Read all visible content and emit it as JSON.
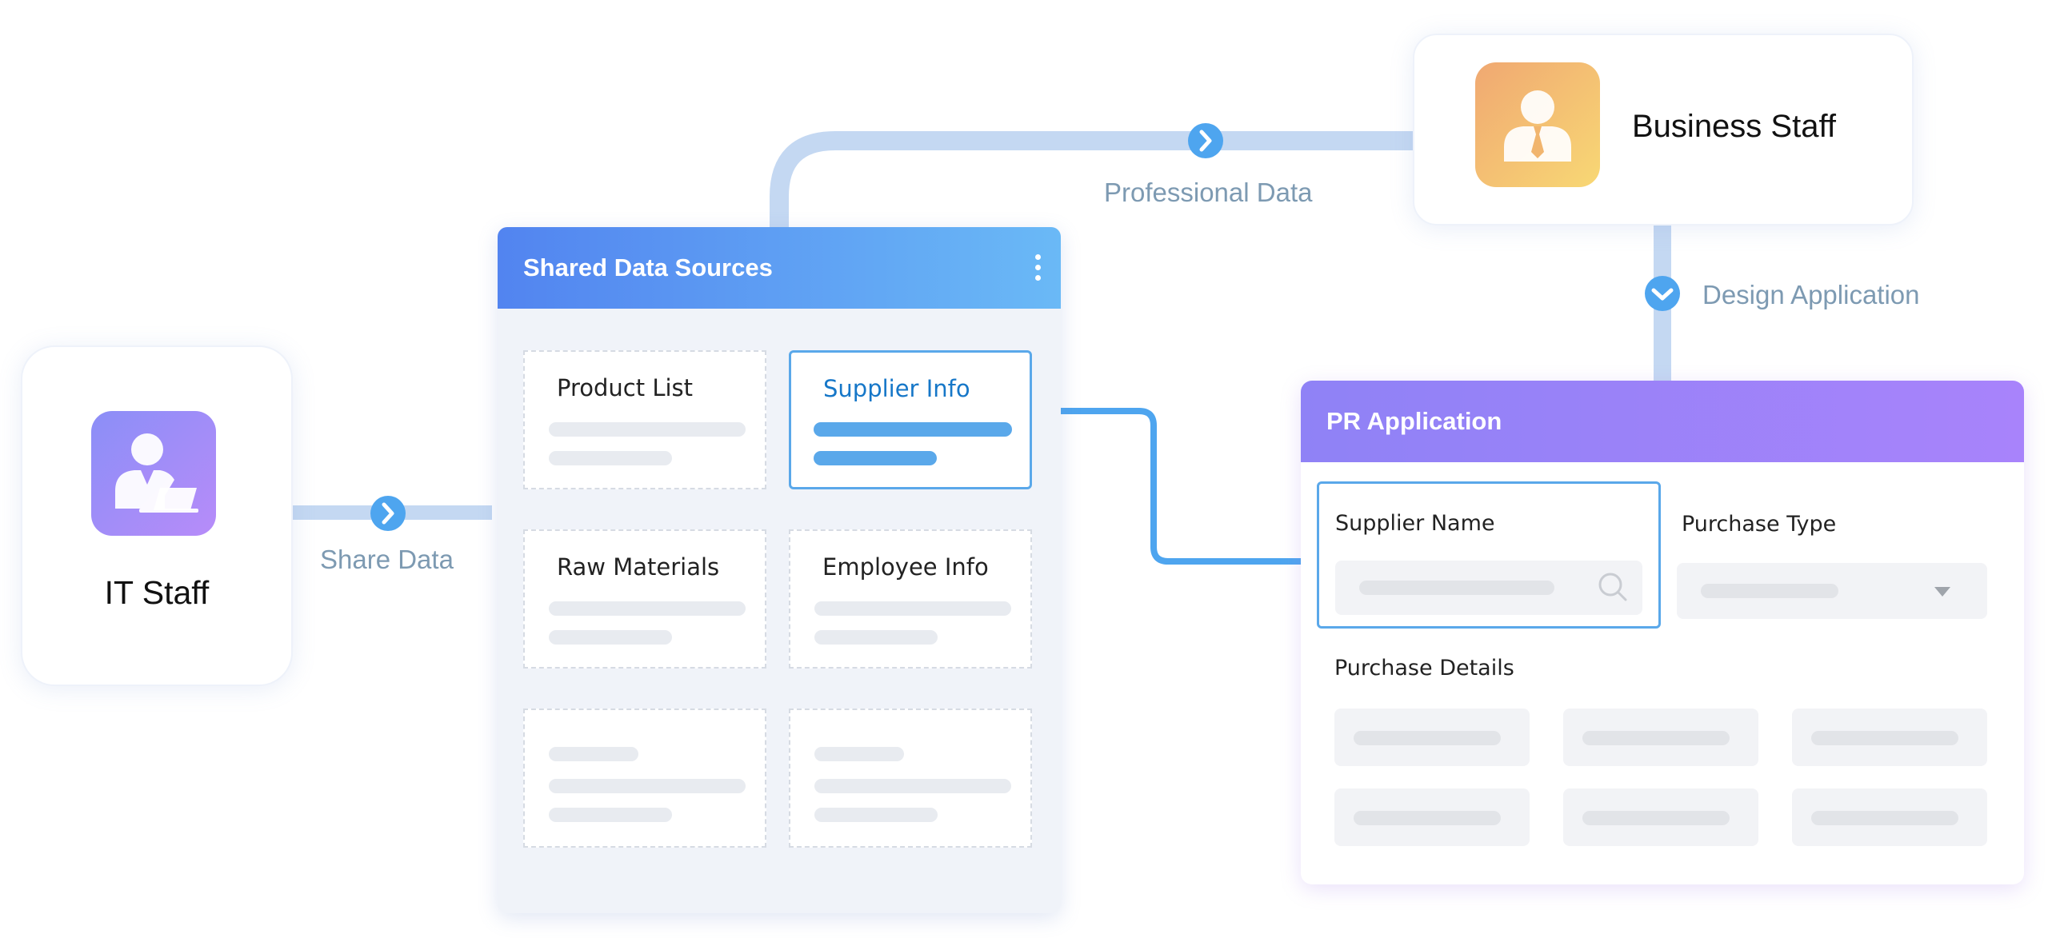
{
  "colors": {
    "connector_light": "#c4d8f2",
    "connector_active": "#4ea5ef",
    "arrow_badge": "#4ea5ef",
    "shared_header_start": "#5284f0",
    "shared_header_end": "#6ab9f6",
    "pr_header_start": "#8f82f6",
    "pr_header_end": "#a883fb",
    "it_avatar_start": "#8b8ef7",
    "it_avatar_end": "#b78cf9",
    "business_avatar_start": "#f0a872",
    "business_avatar_end": "#f8d874",
    "flow_label": "#7d9ab2",
    "selected_border": "#5aa8ea"
  },
  "nodes": {
    "it_staff": {
      "label": "IT Staff",
      "icon": "developer-laptop-icon"
    },
    "business_staff": {
      "label": "Business Staff",
      "icon": "businessman-tie-icon"
    }
  },
  "flows": {
    "share_data": "Share Data",
    "professional_data": "Professional Data",
    "design_application": "Design Application"
  },
  "shared_data_sources": {
    "title": "Shared Data Sources",
    "menu_icon": "more-vertical-icon",
    "tiles": [
      {
        "label": "Product List",
        "selected": false
      },
      {
        "label": "Supplier Info",
        "selected": true
      },
      {
        "label": "Raw Materials",
        "selected": false
      },
      {
        "label": "Employee Info",
        "selected": false
      },
      {
        "label": "",
        "selected": false
      },
      {
        "label": "",
        "selected": false
      }
    ]
  },
  "pr_application": {
    "title": "PR Application",
    "supplier_name_label": "Supplier Name",
    "purchase_type_label": "Purchase Type",
    "purchase_details_label": "Purchase Details",
    "search_icon": "search-icon",
    "dropdown_icon": "caret-down-icon"
  }
}
